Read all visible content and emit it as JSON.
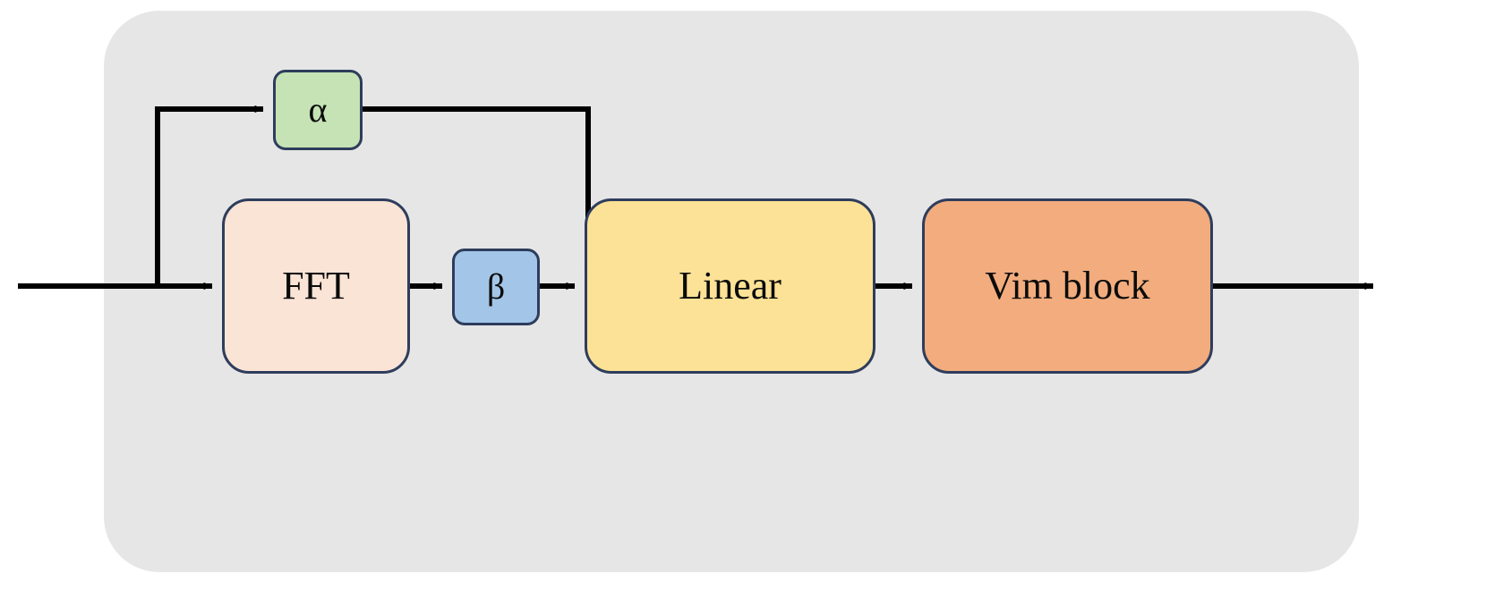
{
  "diagram": {
    "title": "Frequency-domain adaptive Vim block pipeline",
    "background_color": "#ffffff",
    "group_panel": {
      "name": "module-container",
      "fill": "#e6e6e6",
      "corner_radius": "62"
    },
    "line_color": "#000000",
    "border_color": "#2e3d5c",
    "nodes": [
      {
        "id": "alpha",
        "label": "α",
        "color": "#c5e3b4",
        "shape": "rounded-rect"
      },
      {
        "id": "fft",
        "label": "FFT",
        "color": "#fae4d6",
        "shape": "rounded-rect"
      },
      {
        "id": "beta",
        "label": "β",
        "color": "#a3c6e8",
        "shape": "rounded-rect"
      },
      {
        "id": "linear",
        "label": "Linear",
        "color": "#fce296",
        "shape": "rounded-rect"
      },
      {
        "id": "vim",
        "label": "Vim block",
        "color": "#f2ac7d",
        "shape": "rounded-rect"
      }
    ],
    "edges": [
      {
        "id": "input-to-split",
        "from": "input",
        "to": "split-point",
        "style": "solid"
      },
      {
        "id": "split-to-alpha",
        "from": "split-point",
        "to": "alpha",
        "style": "solid-arrow"
      },
      {
        "id": "split-to-fft",
        "from": "split-point",
        "to": "fft",
        "style": "solid-arrow"
      },
      {
        "id": "fft-to-beta",
        "from": "fft",
        "to": "beta",
        "style": "solid-arrow"
      },
      {
        "id": "alpha-to-merge",
        "from": "alpha",
        "to": "merge-point",
        "style": "solid-arrow"
      },
      {
        "id": "beta-to-linear",
        "from": "beta",
        "to": "linear",
        "style": "solid-arrow"
      },
      {
        "id": "linear-to-vim",
        "from": "linear",
        "to": "vim",
        "style": "solid-arrow"
      },
      {
        "id": "vim-to-output",
        "from": "vim",
        "to": "output",
        "style": "solid-arrow"
      }
    ]
  }
}
